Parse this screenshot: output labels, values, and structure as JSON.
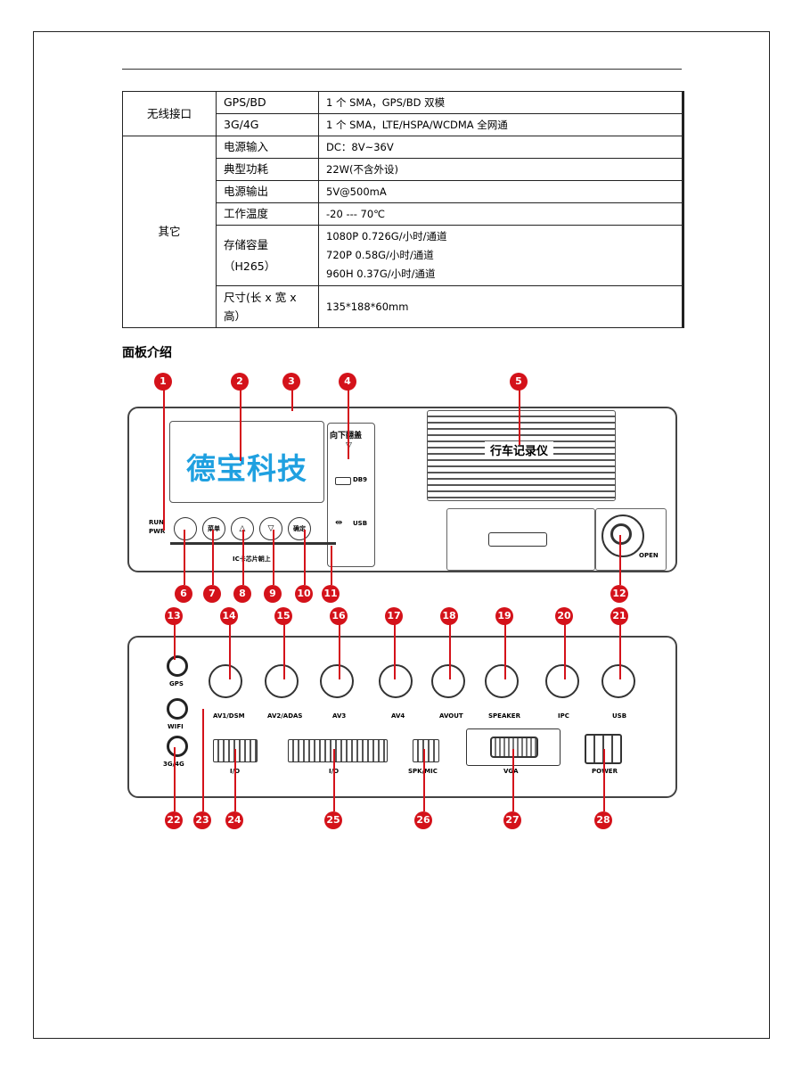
{
  "spec_table": {
    "rows": [
      {
        "category": "无线接口",
        "field": "GPS/BD",
        "value": "1 个 SMA，GPS/BD 双模"
      },
      {
        "field": "3G/4G",
        "value": "1 个 SMA，LTE/HSPA/WCDMA 全网通"
      },
      {
        "category": "其它",
        "field": "电源输入",
        "value": "DC：8V~36V"
      },
      {
        "field": "典型功耗",
        "value": "22W(不含外设)"
      },
      {
        "field": "电源输出",
        "value": "5V@500mA"
      },
      {
        "field": "工作温度",
        "value": "-20 --- 70℃"
      },
      {
        "field_lines": [
          "存储容量",
          "（H265）"
        ],
        "value_lines": [
          "1080P   0.726G/小时/通道",
          "720P   0.58G/小时/通道",
          "960H   0.37G/小时/通道"
        ]
      },
      {
        "field_lines": [
          "尺寸(长 x 宽 x",
          "高）"
        ],
        "value": "135*188*60mm"
      }
    ]
  },
  "section_heading": "面板介绍",
  "front_panel": {
    "brand": "德宝科技",
    "slot_label": "向下翻盖",
    "db9_label": "DB9",
    "usb_label": "USB",
    "recorder_label": "行车记录仪",
    "run_label": "RUN",
    "pwr_label": "PWR",
    "ic_label": "IC卡芯片朝上",
    "open_label": "OPEN",
    "button_labels": [
      "菜单",
      "确定"
    ]
  },
  "rear_panel": {
    "left_labels": [
      "GPS",
      "WIFI",
      "3G/4G"
    ],
    "connector_labels": [
      "AV1/DSM",
      "AV2/ADAS",
      "AV3",
      "AV4",
      "AVOUT",
      "SPEAKER",
      "IPC",
      "USB"
    ],
    "bottom_labels": [
      "I/O",
      "I/O",
      "SPK/MIC",
      "VGA",
      "POWER"
    ]
  },
  "callouts": [
    "1",
    "2",
    "3",
    "4",
    "5",
    "6",
    "7",
    "8",
    "9",
    "10",
    "11",
    "12",
    "13",
    "14",
    "15",
    "16",
    "17",
    "18",
    "19",
    "20",
    "21",
    "22",
    "23",
    "24",
    "25",
    "26",
    "27",
    "28"
  ],
  "colors": {
    "callout": "#d4121a",
    "brand": "#1fa0e0"
  }
}
